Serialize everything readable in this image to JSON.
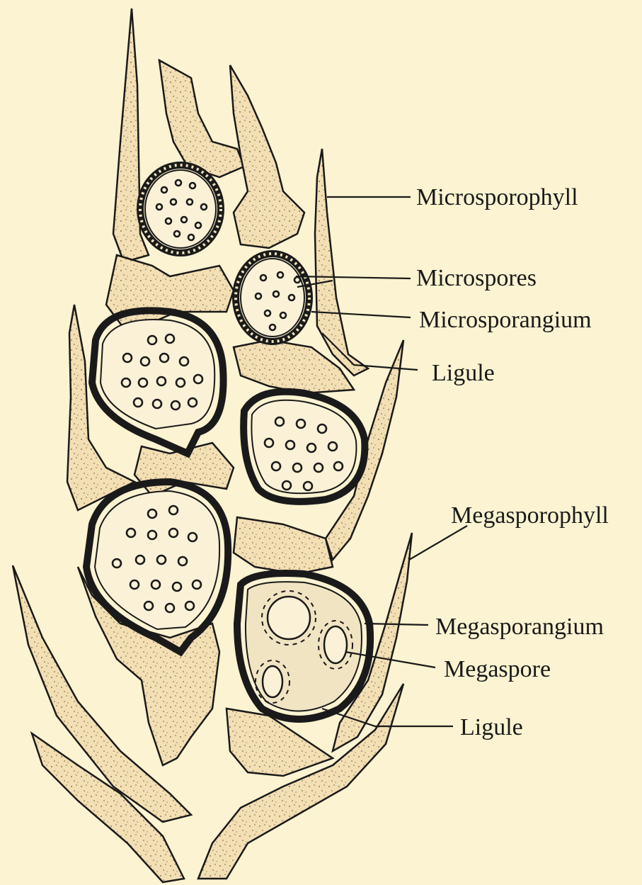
{
  "labels": {
    "microsporophyll": "Microsporophyll",
    "microspores": "Microspores",
    "microsporangium": "Microsporangium",
    "ligule_upper": "Ligule",
    "megasporophyll": "Megasporophyll",
    "megasporangium": "Megasporangium",
    "megaspore": "Megaspore",
    "ligule_lower": "Ligule"
  },
  "colors": {
    "background": "#fbf3d1",
    "tissue": "#f3dfb4",
    "ink": "#1a1a1a"
  }
}
